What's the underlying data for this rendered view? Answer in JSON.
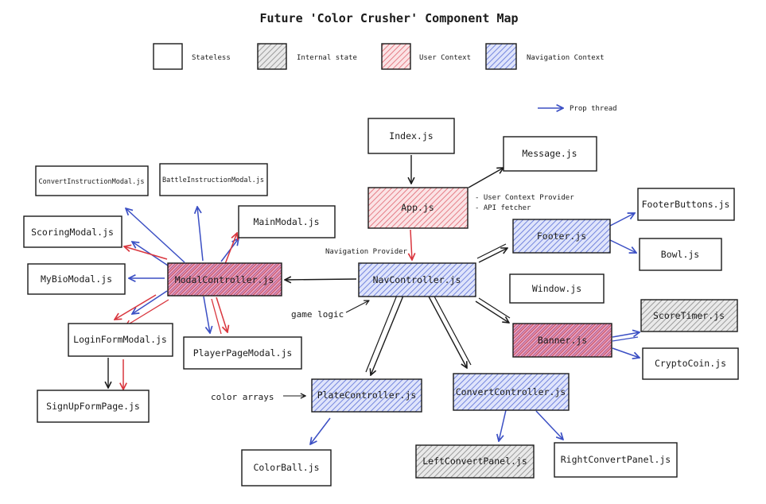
{
  "title": "Future 'Color Crusher' Component Map",
  "legend": [
    {
      "id": "stateless",
      "label": "Stateless"
    },
    {
      "id": "internal",
      "label": "Internal state"
    },
    {
      "id": "user",
      "label": "User Context"
    },
    {
      "id": "nav",
      "label": "Navigation Context"
    }
  ],
  "prop_thread_label": "Prop thread",
  "colors": {
    "ink": "#1a1a1a",
    "blue_arrow": "#3b4fc4",
    "red_arrow": "#d9363e",
    "hatch_red": "#e0656f",
    "hatch_blue": "#5a6fd6",
    "hatch_gray": "#8a8a8a"
  },
  "nodes": [
    {
      "id": "index",
      "label": "Index.js",
      "kind": "stateless"
    },
    {
      "id": "message",
      "label": "Message.js",
      "kind": "stateless"
    },
    {
      "id": "app",
      "label": "App.js",
      "kind": "user"
    },
    {
      "id": "footerbuttons",
      "label": "FooterButtons.js",
      "kind": "stateless"
    },
    {
      "id": "footer",
      "label": "Footer.js",
      "kind": "nav"
    },
    {
      "id": "bowl",
      "label": "Bowl.js",
      "kind": "stateless"
    },
    {
      "id": "window",
      "label": "Window.js",
      "kind": "stateless"
    },
    {
      "id": "scoretimer",
      "label": "ScoreTimer.js",
      "kind": "internal"
    },
    {
      "id": "banner",
      "label": "Banner.js",
      "kind": "both"
    },
    {
      "id": "cryptocoin",
      "label": "CryptoCoin.js",
      "kind": "stateless"
    },
    {
      "id": "navcontroller",
      "label": "NavController.js",
      "kind": "nav"
    },
    {
      "id": "modalcontroller",
      "label": "ModalController.js",
      "kind": "both"
    },
    {
      "id": "convertinstruction",
      "label": "ConvertInstructionModal.js",
      "kind": "stateless"
    },
    {
      "id": "battleinstruction",
      "label": "BattleInstructionModal.js",
      "kind": "stateless"
    },
    {
      "id": "mainmodal",
      "label": "MainModal.js",
      "kind": "stateless"
    },
    {
      "id": "scoringmodal",
      "label": "ScoringModal.js",
      "kind": "stateless"
    },
    {
      "id": "mybiomodal",
      "label": "MyBioModal.js",
      "kind": "stateless"
    },
    {
      "id": "loginformmodal",
      "label": "LoginFormModal.js",
      "kind": "stateless"
    },
    {
      "id": "playerpagemodal",
      "label": "PlayerPageModal.js",
      "kind": "stateless"
    },
    {
      "id": "signupformpage",
      "label": "SignUpFormPage.js",
      "kind": "stateless"
    },
    {
      "id": "platecontroller",
      "label": "PlateController.js",
      "kind": "nav"
    },
    {
      "id": "convertcontroller",
      "label": "ConvertController.js",
      "kind": "nav"
    },
    {
      "id": "colorball",
      "label": "ColorBall.js",
      "kind": "stateless"
    },
    {
      "id": "leftconvertpanel",
      "label": "LeftConvertPanel.js",
      "kind": "internal"
    },
    {
      "id": "rightconvertpanel",
      "label": "RightConvertPanel.js",
      "kind": "stateless"
    }
  ],
  "notes": {
    "app_notes": [
      "- User Context Provider",
      "- API fetcher"
    ],
    "navigation_provider": "Navigation Provider",
    "game_logic": "game logic",
    "color_arrays": "color arrays"
  }
}
